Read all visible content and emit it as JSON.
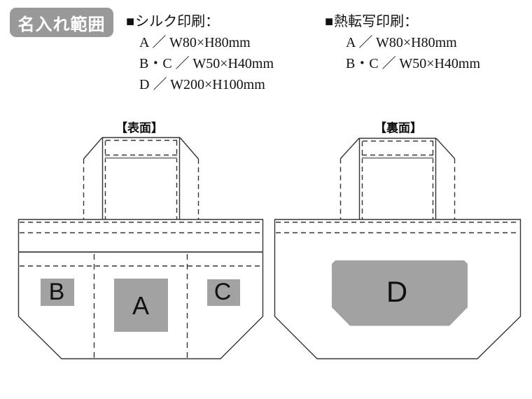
{
  "badge": {
    "label": "名入れ範囲",
    "bg": "#999999",
    "text_color": "#ffffff"
  },
  "specs": {
    "silk": {
      "marker": "■",
      "title": "シルク印刷：",
      "lines": [
        "A ／ W80×H80mm",
        "B・C ／ W50×H40mm",
        "D ／ W200×H100mm"
      ]
    },
    "thermal": {
      "marker": "■",
      "title": "熱転写印刷：",
      "lines": [
        "A ／ W80×H80mm",
        "B・C ／ W50×H40mm"
      ]
    }
  },
  "diagrams": {
    "front": {
      "caption": "【表面】",
      "zones": {
        "a": "A",
        "b": "B",
        "c": "C"
      }
    },
    "back": {
      "caption": "【裏面】",
      "zones": {
        "d": "D"
      }
    }
  },
  "colors": {
    "zone_fill": "#a2a2a2",
    "line": "#333333",
    "band_gray": "#999999",
    "badge_bg": "#999999"
  }
}
